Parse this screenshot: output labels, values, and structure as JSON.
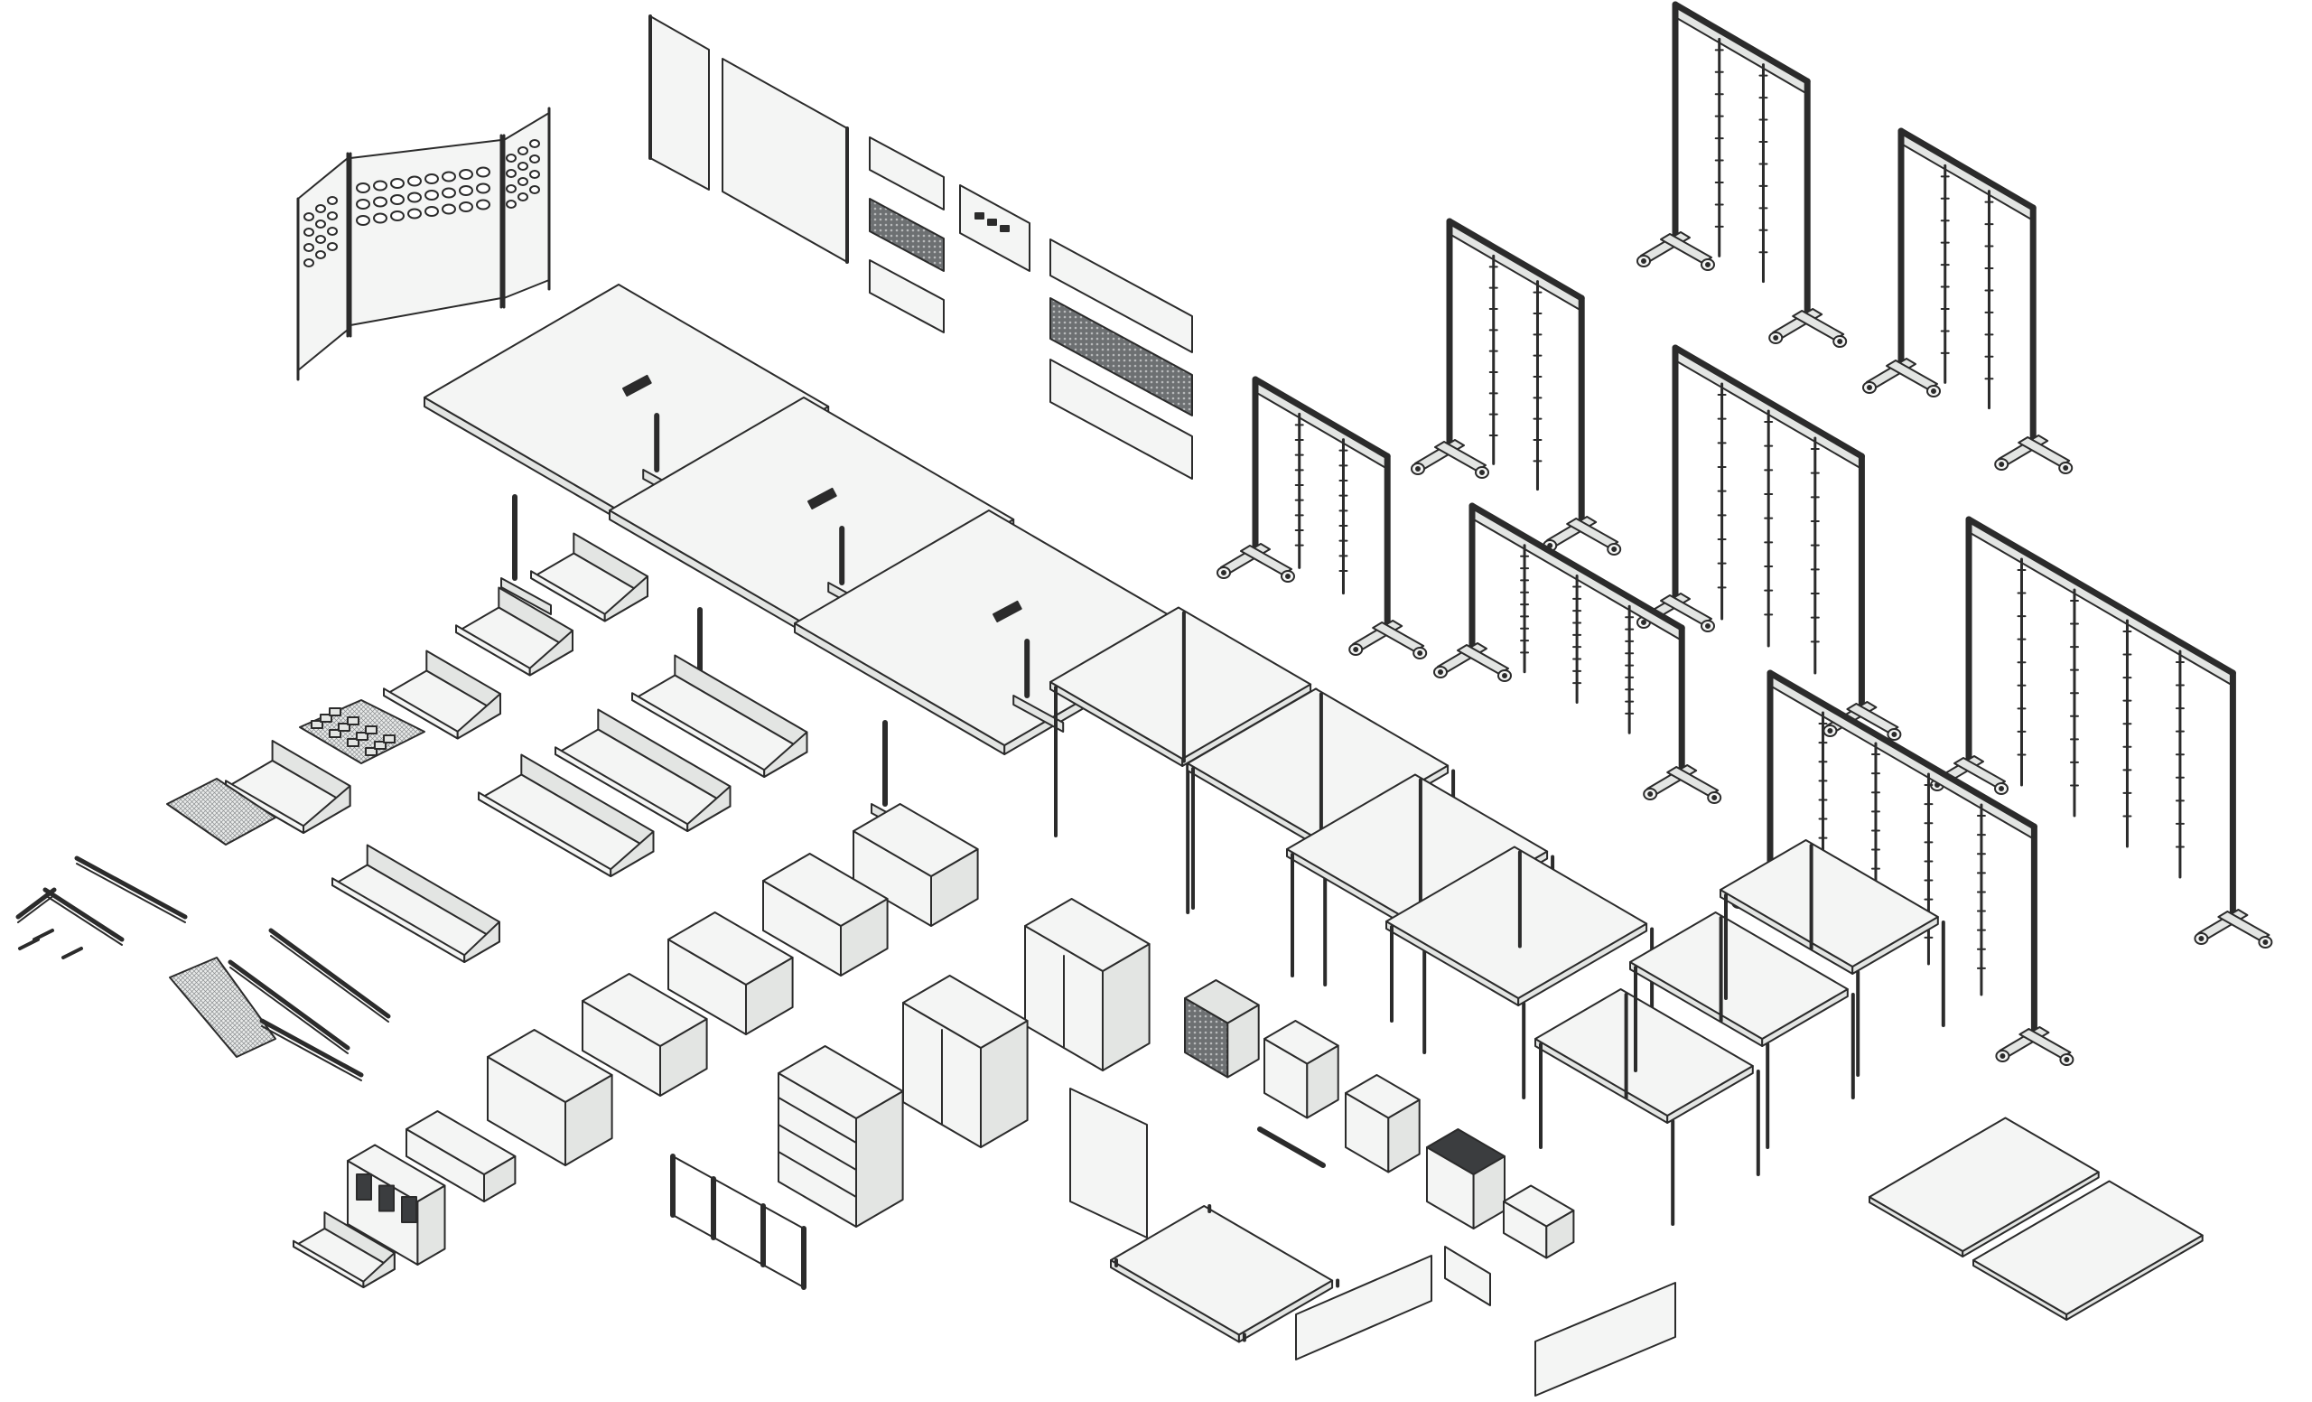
{
  "diagram": {
    "title": "",
    "style": {
      "line_color": "#2b2b2b",
      "surface_light": "#f4f5f4",
      "surface_mid": "#e3e5e3",
      "surface_dark": "#8a8d8f",
      "background": "#ffffff"
    },
    "components": [
      {
        "kind": "folding-screen",
        "count": 1
      },
      {
        "kind": "wall-panel",
        "count": 2
      },
      {
        "kind": "modesty-panel",
        "count": 6
      },
      {
        "kind": "monitor-bar",
        "count": 1
      },
      {
        "kind": "conference-table",
        "count": 3
      },
      {
        "kind": "mobile-rack-frame",
        "count": 9
      },
      {
        "kind": "shelf-tray",
        "count": 10
      },
      {
        "kind": "rail-bracket",
        "count": 8
      },
      {
        "kind": "storage-box",
        "count": 7
      },
      {
        "kind": "cabinet",
        "count": 4
      },
      {
        "kind": "waste-bin",
        "count": 5
      },
      {
        "kind": "desk",
        "count": 8
      },
      {
        "kind": "tabletop",
        "count": 2
      },
      {
        "kind": "tv-mount",
        "count": 1
      },
      {
        "kind": "accessory-station",
        "count": 1
      },
      {
        "kind": "privacy-panel",
        "count": 4
      }
    ]
  }
}
